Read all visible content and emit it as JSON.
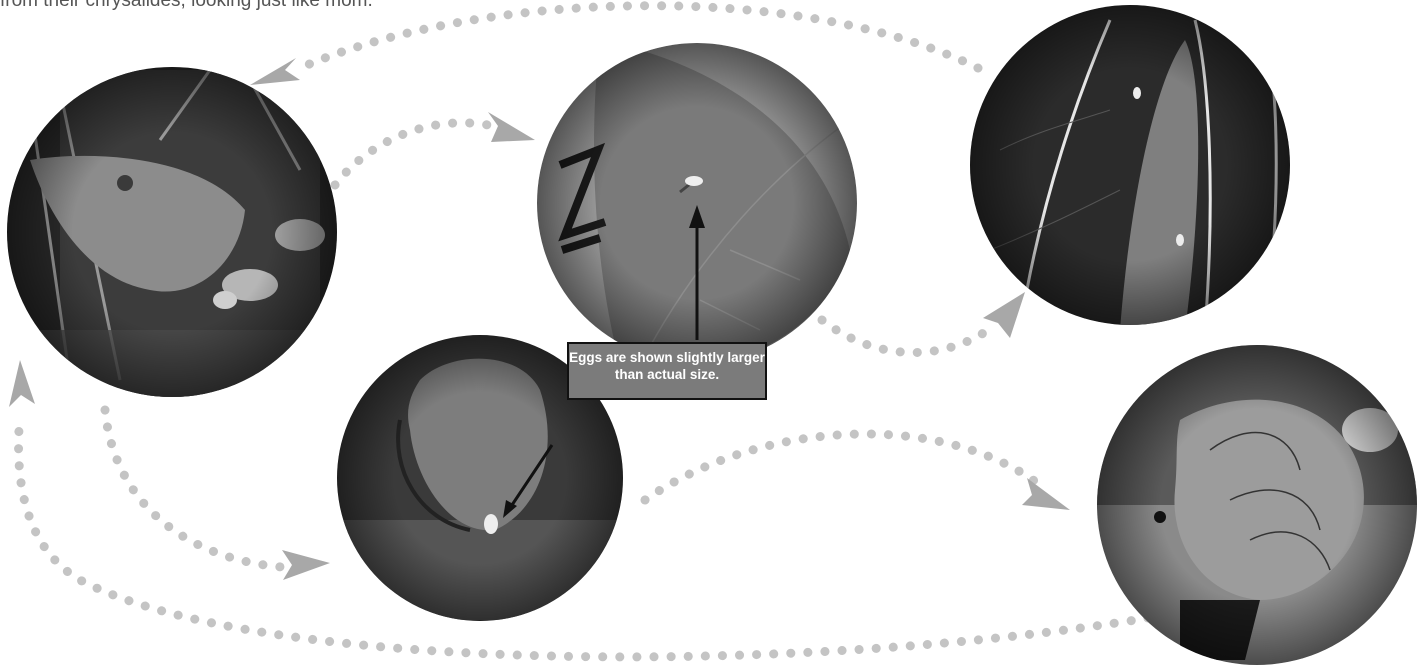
{
  "intro_text": "from their chrysalides, looking just like mom.",
  "callout_text": "Eggs are shown slightly larger than actual size.",
  "colors": {
    "dots": "#c4c4c4",
    "arrowheads": "#a8a8a8",
    "callout_bg": "#7b7b7b"
  },
  "photos": [
    {
      "name": "adult-butterfly-photo"
    },
    {
      "name": "leaf-egg-photo"
    },
    {
      "name": "leaf-eggs-closeup-photo"
    },
    {
      "name": "chrysalis-photo"
    },
    {
      "name": "caterpillar-photo"
    }
  ]
}
